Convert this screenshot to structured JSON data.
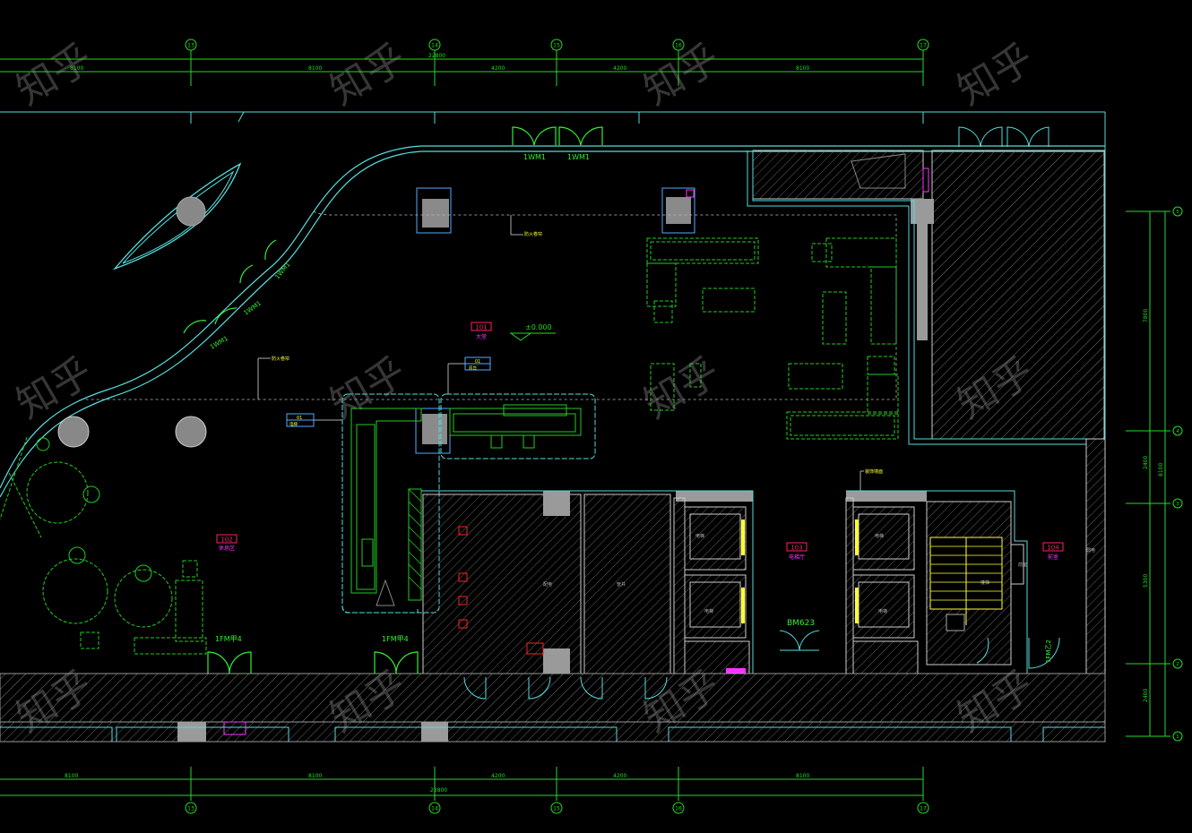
{
  "canvas": {
    "background": "#000000"
  },
  "colors": {
    "dim": "#22dd22",
    "wall": "#55dddd",
    "wall_outline": "#7fe6f0",
    "furniture": "#22cc22",
    "door": "#33ee33",
    "room_tag": "#ff2266",
    "label": "#ffff33",
    "hatch": "#8a8a8a",
    "solid": "#9a9a9a",
    "magenta": "#ff33ff",
    "red": "#ff2222",
    "blue": "#3366ff",
    "watermark": "#9a9a9a"
  },
  "axes": {
    "top": [
      "13",
      "14",
      "15",
      "16",
      "17"
    ],
    "bottom": [
      "13",
      "14",
      "15",
      "16",
      "17"
    ],
    "right": [
      "5",
      "4",
      "3",
      "2",
      "1"
    ]
  },
  "dimensions": {
    "top_segments": [
      "8100",
      "8100",
      "4200",
      "4200",
      "8100"
    ],
    "top_total": "22800",
    "bottom_segments": [
      "8100",
      "8100",
      "4200",
      "4200",
      "8100"
    ],
    "bottom_total": "22800",
    "right_segments": [
      "7800",
      "2400",
      "5300",
      "2400"
    ],
    "right_total": "8100"
  },
  "rooms": [
    {
      "tag": "101",
      "name": "大堂"
    },
    {
      "tag": "102",
      "name": "休息区"
    },
    {
      "tag": "103",
      "name": "电梯厅"
    },
    {
      "tag": "104",
      "name": "前室"
    }
  ],
  "doors": [
    {
      "label": "1WM1"
    },
    {
      "label": "1WM1"
    },
    {
      "label": "1WM1"
    },
    {
      "label": "1WM1"
    },
    {
      "label": "1WM1"
    },
    {
      "label": "1FM甲4"
    },
    {
      "label": "1FM甲4"
    },
    {
      "label": "BM623"
    },
    {
      "label": "1FM乙2"
    }
  ],
  "annotations": {
    "elevation": "±0.000",
    "small_labels": [
      "防火卷帘",
      "防火卷帘",
      "装饰墙面",
      "01",
      "前台",
      "01",
      "电梯"
    ]
  },
  "small_texts": [
    "配电",
    "管井",
    "电梯",
    "电梯",
    "电梯",
    "电梯",
    "前室",
    "楼梯",
    "弱电"
  ],
  "watermark": {
    "text": "知乎"
  }
}
